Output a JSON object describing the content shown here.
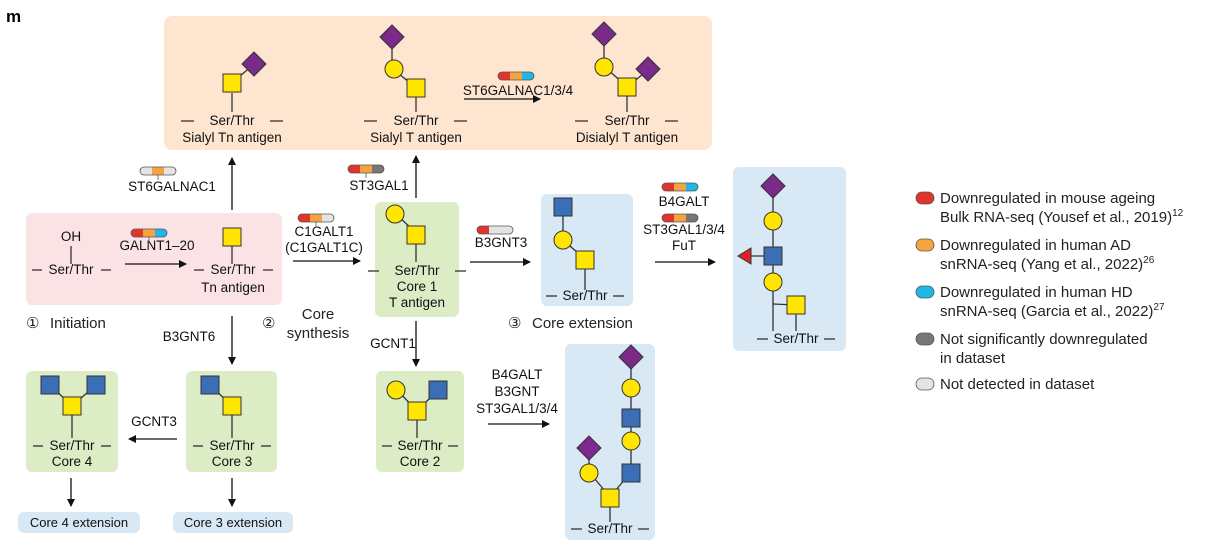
{
  "panel_label": "m",
  "colors": {
    "pink_box": "#fbe3e5",
    "orange_box": "#fde5cf",
    "green_box": "#dcedc6",
    "blue_box": "#d9e8f5",
    "galnac_yellow": "#ffe500",
    "glcnac_blue": "#3a6fb7",
    "sialic_purple": "#7b2a8a",
    "fucose_red": "#e0202a",
    "mouse_ageing": "#e1352a",
    "human_ad": "#f4a340",
    "human_hd": "#1fb6e8",
    "not_sig": "#777777",
    "not_detected": "#e4e4e4"
  },
  "ser_thr": "Ser/Thr",
  "initiation": {
    "oh": "OH",
    "enzyme": "GALNT1–20",
    "product": "Tn antigen",
    "step_number": "①",
    "step_label": "Initiation"
  },
  "sialyl_tn": {
    "enzyme": "ST6GALNAC1",
    "label": "Sialyl Tn antigen"
  },
  "sialyl_t": {
    "enzyme": "ST3GAL1",
    "label": "Sialyl T antigen"
  },
  "disialyl_t": {
    "enzyme": "ST6GALNAC1/3/4",
    "label": "Disialyl T antigen"
  },
  "core_synthesis": {
    "step_number": "②",
    "line1": "Core",
    "line2": "synthesis",
    "enzyme1": "C1GALT1",
    "enzyme2": "(C1GALT1C)"
  },
  "core1": {
    "line1": "Core 1",
    "line2": "T antigen"
  },
  "core_extension": {
    "step_number": "③",
    "label": "Core extension",
    "enzyme": "B3GNT3"
  },
  "fut_path": {
    "enzyme1": "B4GALT",
    "enzyme2": "ST3GAL1/3/4",
    "enzyme3": "FuT"
  },
  "core2_path": {
    "enzyme": "GCNT1",
    "label": "Core 2"
  },
  "core2_ext": {
    "enzyme1": "B4GALT",
    "enzyme2": "B3GNT",
    "enzyme3": "ST3GAL1/3/4"
  },
  "core3_path": {
    "enzyme": "B3GNT6",
    "label": "Core 3",
    "extension": "Core 3 extension"
  },
  "core4_path": {
    "enzyme": "GCNT3",
    "label": "Core 4",
    "extension": "Core 4 extension"
  },
  "legend": {
    "items": [
      {
        "lines": [
          "Downregulated in mouse ageing",
          "Bulk RNA-seq (Yousef et al., 2019)"
        ],
        "sup": "12",
        "color": "#e1352a"
      },
      {
        "lines": [
          "Downregulated in human AD",
          "snRNA-seq (Yang et al., 2022)"
        ],
        "sup": "26",
        "color": "#f4a340"
      },
      {
        "lines": [
          "Downregulated in human HD",
          "snRNA-seq (Garcia et al., 2022)"
        ],
        "sup": "27",
        "color": "#1fb6e8"
      },
      {
        "lines": [
          "Not significantly downregulated",
          "in dataset"
        ],
        "sup": "",
        "color": "#777777"
      },
      {
        "lines": [
          "Not detected in dataset"
        ],
        "sup": "",
        "color": "#e4e4e4"
      }
    ]
  },
  "gene_bars": {
    "GALNT1–20": [
      "#e1352a",
      "#f4a340",
      "#1fb6e8"
    ],
    "ST6GALNAC1": [
      "#e4e4e4",
      "#f4a340",
      "#e4e4e4"
    ],
    "ST3GAL1": [
      "#e1352a",
      "#f4a340",
      "#777777"
    ],
    "ST6GALNAC1/3/4": [
      "#e1352a",
      "#f4a340",
      "#1fb6e8"
    ],
    "C1GALT1": [
      "#e1352a",
      "#f4a340",
      "#e4e4e4"
    ],
    "B3GNT3": [
      "#e1352a",
      "#e4e4e4",
      "#e4e4e4"
    ],
    "B4GALT": [
      "#e1352a",
      "#f4a340",
      "#1fb6e8"
    ],
    "ST3GAL1/3/4": [
      "#e1352a",
      "#f4a340",
      "#777777"
    ]
  }
}
